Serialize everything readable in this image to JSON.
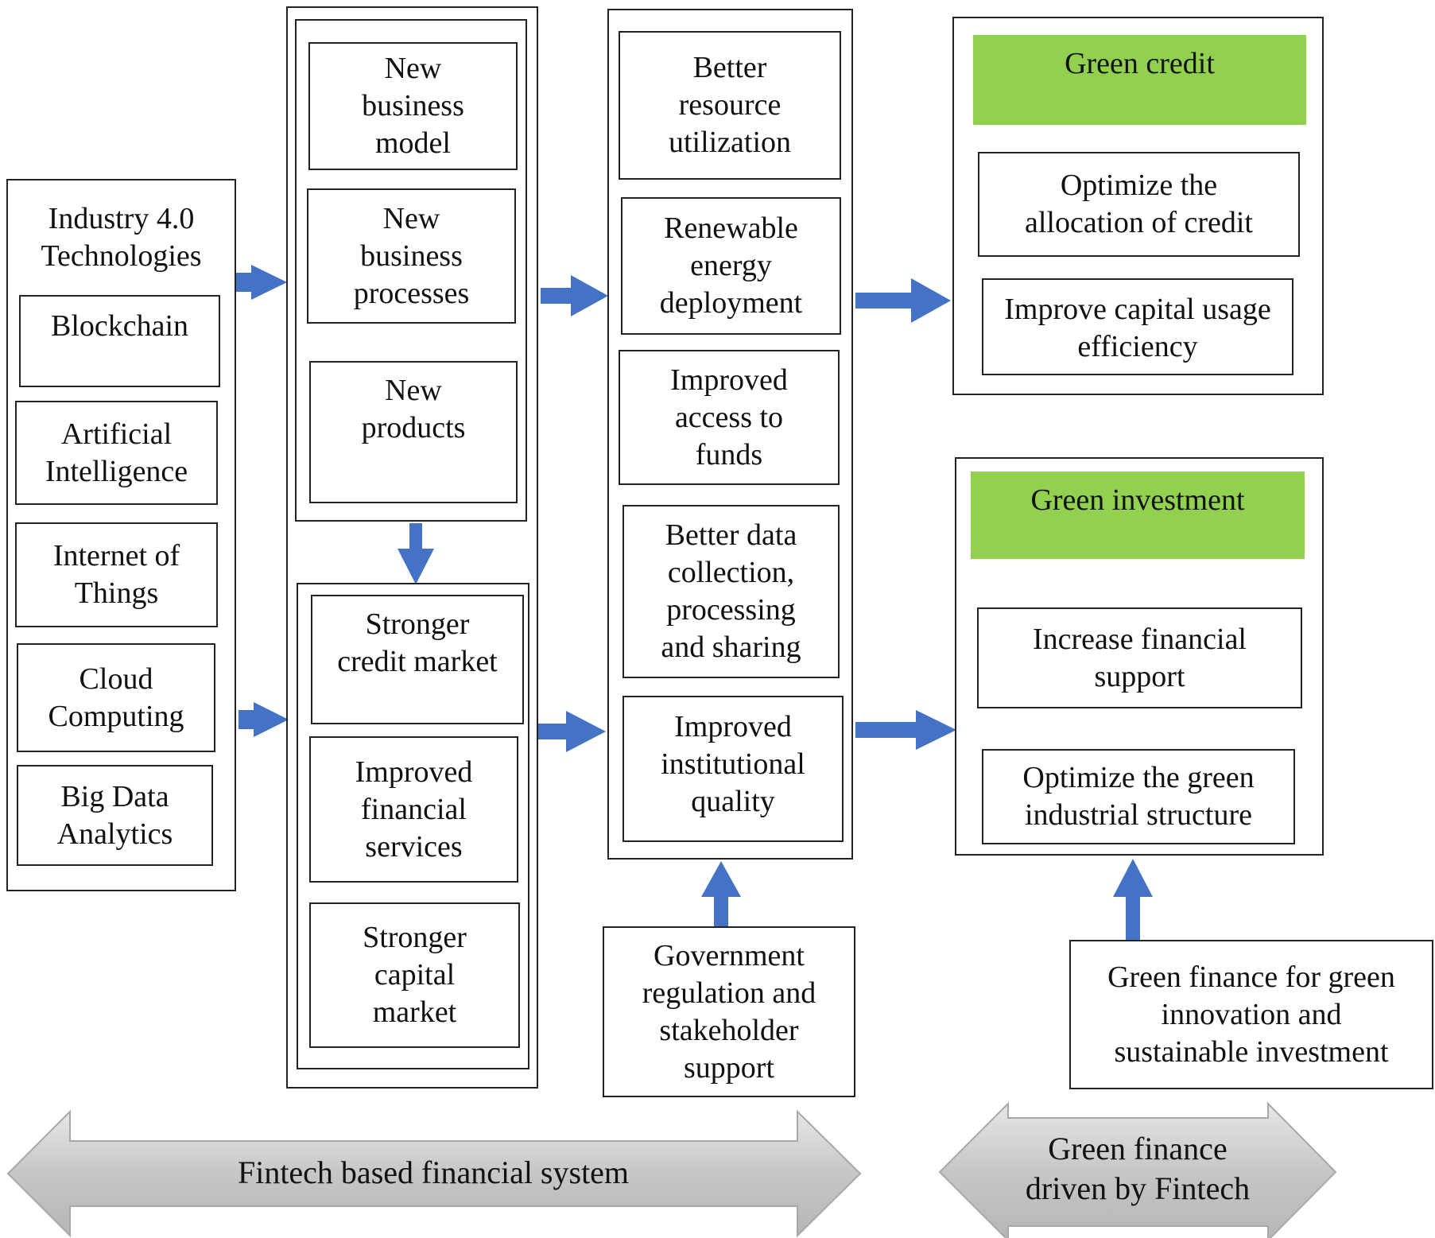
{
  "column1": {
    "heading": "Industry 4.0 Technologies",
    "items": [
      "Blockchain",
      "Artificial Intelligence",
      "Internet of Things",
      "Cloud Computing",
      "Big Data Analytics"
    ]
  },
  "column2": {
    "top_items": [
      "New business model",
      "New business processes",
      "New products"
    ],
    "bottom_items": [
      "Stronger credit market",
      "Improved financial services",
      "Stronger capital market"
    ]
  },
  "column3": {
    "items": [
      "Better resource utilization",
      "Renewable energy deployment",
      "Improved access to funds",
      "Better data collection, processing and sharing",
      "Improved institutional quality"
    ],
    "support": "Government regulation and stakeholder support"
  },
  "column4": {
    "credit": {
      "title": "Green credit",
      "items": [
        "Optimize the allocation of credit",
        "Improve capital usage efficiency"
      ]
    },
    "investment": {
      "title": "Green investment",
      "items": [
        "Increase financial support",
        "Optimize the green industrial structure"
      ]
    },
    "support": "Green finance for green innovation and sustainable investment"
  },
  "bottom": {
    "left_label": "Fintech based financial system",
    "right_label": "Green finance driven by Fintech"
  },
  "colors": {
    "arrow": "#4472c4",
    "green_header": "#92d050",
    "band_arrow": "#c8c8c8"
  }
}
